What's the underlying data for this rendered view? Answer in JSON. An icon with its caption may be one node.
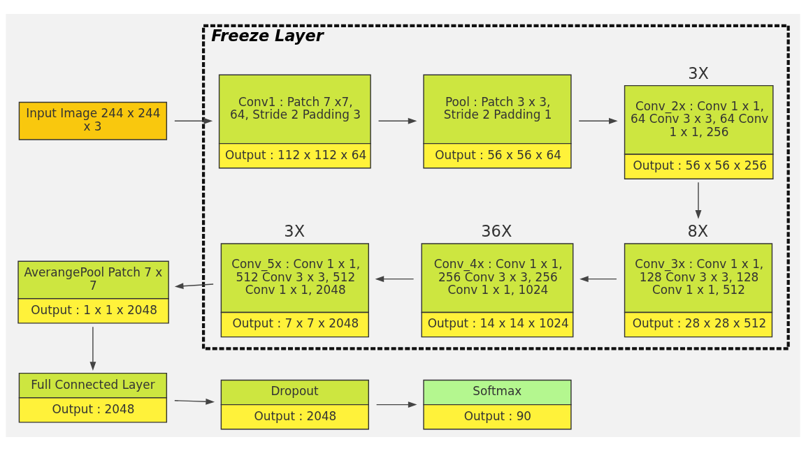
{
  "diagram": {
    "nodes": [
      {
        "text": [
          "Freeze Layer"
        ]
      },
      {
        "text": [
          "Input Image 244 x 244 x 3"
        ]
      },
      {
        "text": [
          "Conv1 : Patch 7 x7, 64, Stride 2 Padding 3",
          "Output : 112 x 112 x 64"
        ],
        "in": 0
      },
      {
        "text": [
          "Pool : Patch 3 x 3, Stride 2 Padding 1",
          "Output : 56 x 56 x 64"
        ],
        "in": 0
      },
      {
        "text": [
          "Conv_2x : Conv 1 x 1, 64 Conv 3 x 3, 64 Conv 1 x 1, 256",
          "Output : 56 x 56 x 256"
        ],
        "in": 0,
        "beside": [
          "3X"
        ]
      },
      {
        "text": [
          "AverangePool Patch 7 x 7",
          "Output : 1 x 1 x 2048"
        ]
      },
      {
        "text": [
          "Conv_5x : Conv 1 x 1, 512 Conv 3 x 3, 512 Conv 1 x 1, 2048",
          "Output : 7 x 7 x 2048"
        ],
        "in": 0,
        "beside": [
          "3X"
        ]
      },
      {
        "text": [
          "Conv_4x : Conv 1 x 1, 256 Conv 3 x 3, 256 Conv 1 x 1, 1024",
          "Output : 14 x 14 x 1024"
        ],
        "in": 0,
        "beside": [
          "36X"
        ]
      },
      {
        "text": [
          "Conv_3x : Conv 1 x 1, 128 Conv 3 x 3, 128 Conv 1 x 1, 512",
          "Output : 28 x 28 x 512"
        ],
        "in": 0,
        "beside": [
          "8X"
        ]
      },
      {
        "text": [
          "Full Connected Layer",
          "Output : 2048"
        ]
      },
      {
        "text": [
          "Dropout",
          "Output : 2048"
        ]
      },
      {
        "text": [
          "Softmax",
          "Output : 90"
        ]
      }
    ],
    "edges": [
      {
        "from": 1,
        "to": 2,
        "arrow": "to"
      },
      {
        "from": 2,
        "to": 3,
        "arrow": "to"
      },
      {
        "from": 3,
        "to": 4,
        "arrow": "to"
      },
      {
        "from": 4,
        "to": 8,
        "arrow": "to"
      },
      {
        "from": 8,
        "to": 7,
        "arrow": "to"
      },
      {
        "from": 7,
        "to": 6,
        "arrow": "to"
      },
      {
        "from": 6,
        "to": 5,
        "arrow": "to"
      },
      {
        "from": 5,
        "to": 9,
        "arrow": "to"
      },
      {
        "from": 9,
        "to": 10,
        "arrow": "to"
      },
      {
        "from": 10,
        "to": 11,
        "arrow": "to"
      }
    ]
  }
}
